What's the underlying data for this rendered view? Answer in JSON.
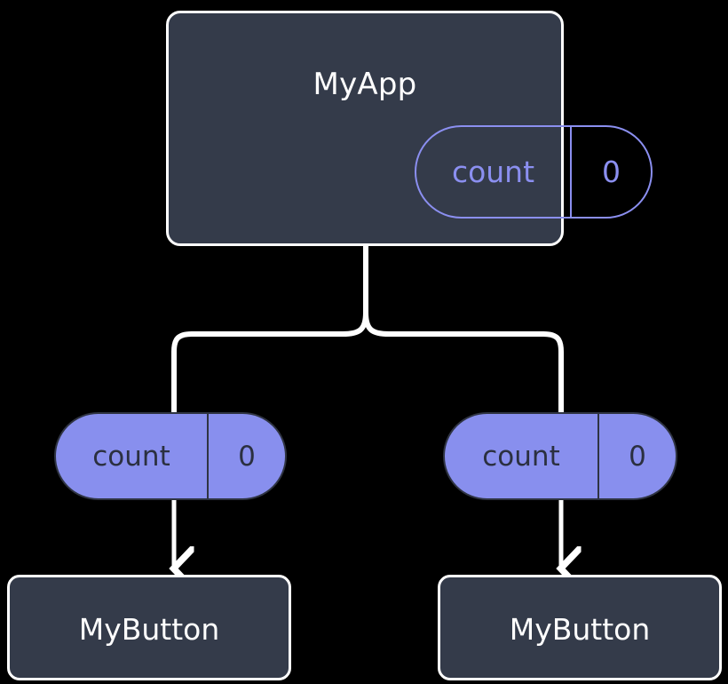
{
  "diagram": {
    "type": "component-tree",
    "title_visible": false,
    "background_color": "#000000",
    "colors": {
      "card_fill": "#343b4a",
      "card_border": "#ffffff",
      "pill_fill": "#888fee",
      "pill_outline": "#8b8ff0",
      "pill_text_on_fill": "#2b3040",
      "connector": "#ffffff"
    },
    "root": {
      "name": "root-component",
      "title": "MyApp",
      "state_pill": {
        "key": "count",
        "value": "0",
        "style": "outlined"
      }
    },
    "branches": [
      {
        "name": "left-branch",
        "prop_pill": {
          "key": "count",
          "value": "0",
          "style": "filled"
        },
        "child": {
          "title": "MyButton"
        }
      },
      {
        "name": "right-branch",
        "prop_pill": {
          "key": "count",
          "value": "0",
          "style": "filled"
        },
        "child": {
          "title": "MyButton"
        }
      }
    ]
  }
}
